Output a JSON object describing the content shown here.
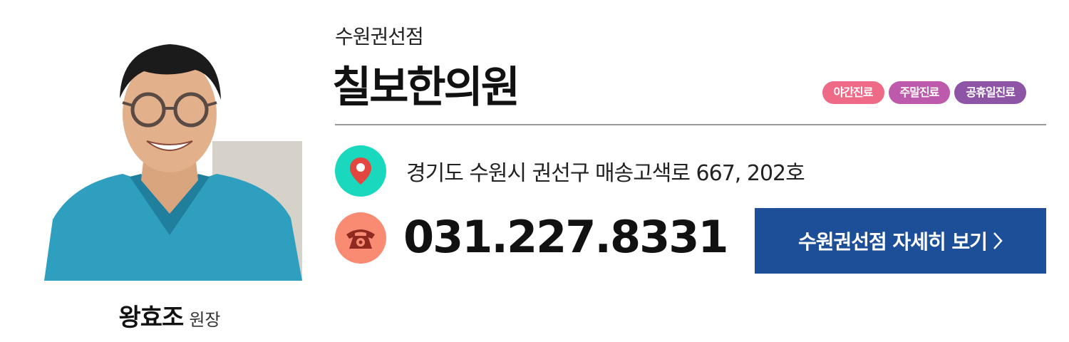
{
  "doctor": {
    "name": "왕효조",
    "title": "원장"
  },
  "clinic": {
    "branch": "수원권선점",
    "name": "칠보한의원",
    "badges": [
      {
        "label": "야간진료",
        "color": "#ef6a86"
      },
      {
        "label": "주말진료",
        "color": "#be5aab"
      },
      {
        "label": "공휴일진료",
        "color": "#8e55a6"
      }
    ],
    "address": "경기도 수원시 권선구 매송고색로 667, 202호",
    "phone": "031.227.8331"
  },
  "detail_button": {
    "label": "수원권선점 자세히 보기"
  },
  "icons": {
    "address": "location-pin-icon",
    "phone": "telephone-icon",
    "button": "chevron-right-icon"
  },
  "colors": {
    "address_icon_bg": "#19d8bd",
    "phone_icon_bg": "#fa8b73",
    "button_bg": "#1d4f98"
  }
}
